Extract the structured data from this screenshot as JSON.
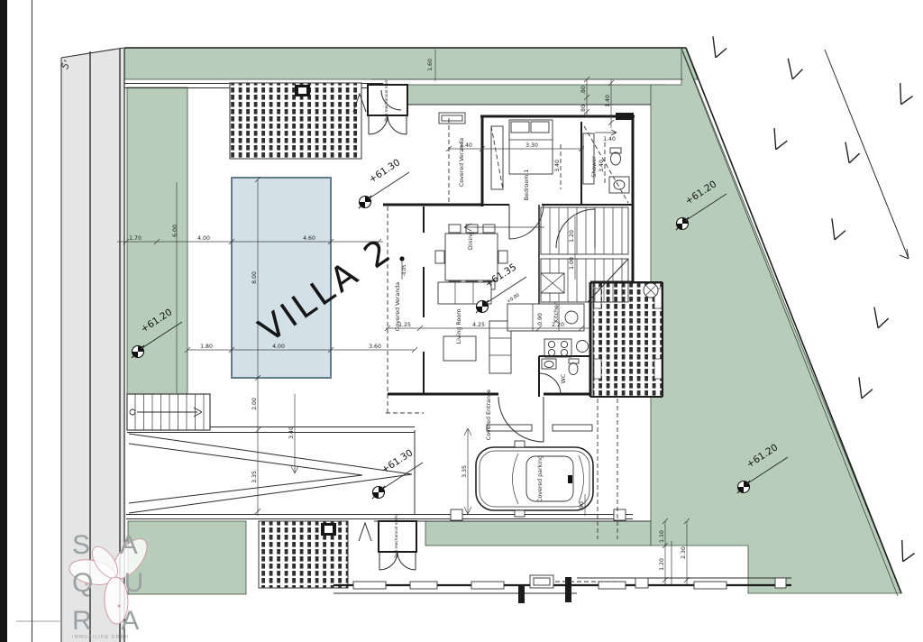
{
  "drawing": {
    "villa_title": "VILLA 2",
    "road_label": "5'",
    "rooms": {
      "bedroom": "Bedroom 1",
      "shower": "Shower",
      "dining": "Dining",
      "living_room": "Living Room",
      "kitchen": "Kitchen",
      "wc": "WC",
      "covered_veranda_top": "Covered Veranda",
      "covered_veranda_left": "Covered Veranda",
      "covered_entrance": "Covered Entrance",
      "covered_parking": "Covered parking",
      "pool_mech_top": "Pool mechanical room",
      "pool_mech_bottom": "Pool mechanical room"
    },
    "elevations": [
      {
        "value": "+61.30"
      },
      {
        "value": "+61.20"
      },
      {
        "value": "+61.20"
      },
      {
        "value": "+61.35"
      },
      {
        "value": "+61.30"
      },
      {
        "value": "+61.20"
      }
    ],
    "spot_levels": {
      "zero": "+0.00",
      "minus": "-0.05"
    },
    "dims": [
      "1.70",
      "4.00",
      "4.60",
      "6.00",
      "8.00",
      "2.00",
      "3.35",
      "3.40",
      "1.80",
      "4.00",
      "3.60",
      "1.25",
      "4.25",
      "2.20",
      "1.40",
      "3.30",
      "3.40",
      "3.40",
      "1.40",
      ".80",
      "1.40",
      ".80",
      "1.60",
      "1.20",
      "1.00",
      "3.35",
      ".90",
      "1.10",
      "1.20",
      "2.30",
      "0.90"
    ]
  },
  "logo": {
    "row1": "S A",
    "row2": "Q U",
    "row3": "R A",
    "subtitle": "IMMOBILIEN GMBH"
  },
  "colors": {
    "green": "#b7cdb9",
    "pool_fill": "#d3e0e8",
    "road_gray": "#e4e5e4",
    "line": "#1c1c1c",
    "logo_pink": "#cf9aa8",
    "logo_gray": "#9ba1a1"
  }
}
